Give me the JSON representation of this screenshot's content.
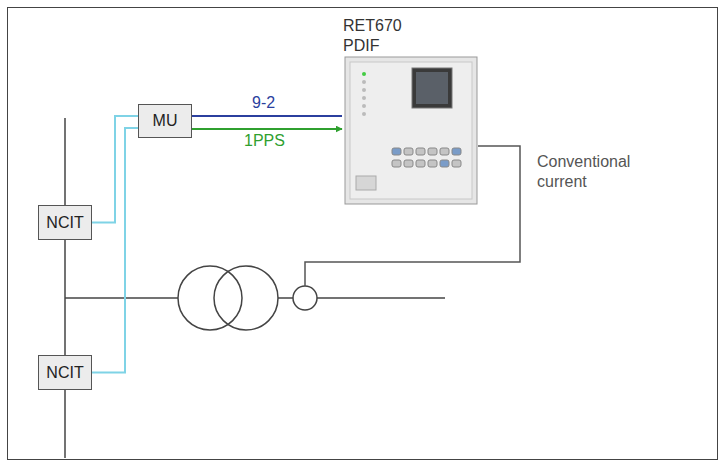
{
  "diagram": {
    "nodes": [
      {
        "text": [
          "NCIT"
        ]
      },
      {
        "text": [
          "NCIT"
        ]
      },
      {
        "text": [
          "MU"
        ]
      },
      {
        "text": [
          "RET670",
          "PDIF"
        ]
      }
    ],
    "edges": [
      {
        "from": 0,
        "to": 2,
        "arrow": "none"
      },
      {
        "from": 1,
        "to": 2,
        "arrow": "none"
      },
      {
        "from": 2,
        "to": 3,
        "label": "9-2",
        "arrow": "none"
      },
      {
        "from": 2,
        "to": 3,
        "label": "1PPS",
        "arrow": "to"
      }
    ],
    "labels": [
      "Conventional current"
    ]
  }
}
